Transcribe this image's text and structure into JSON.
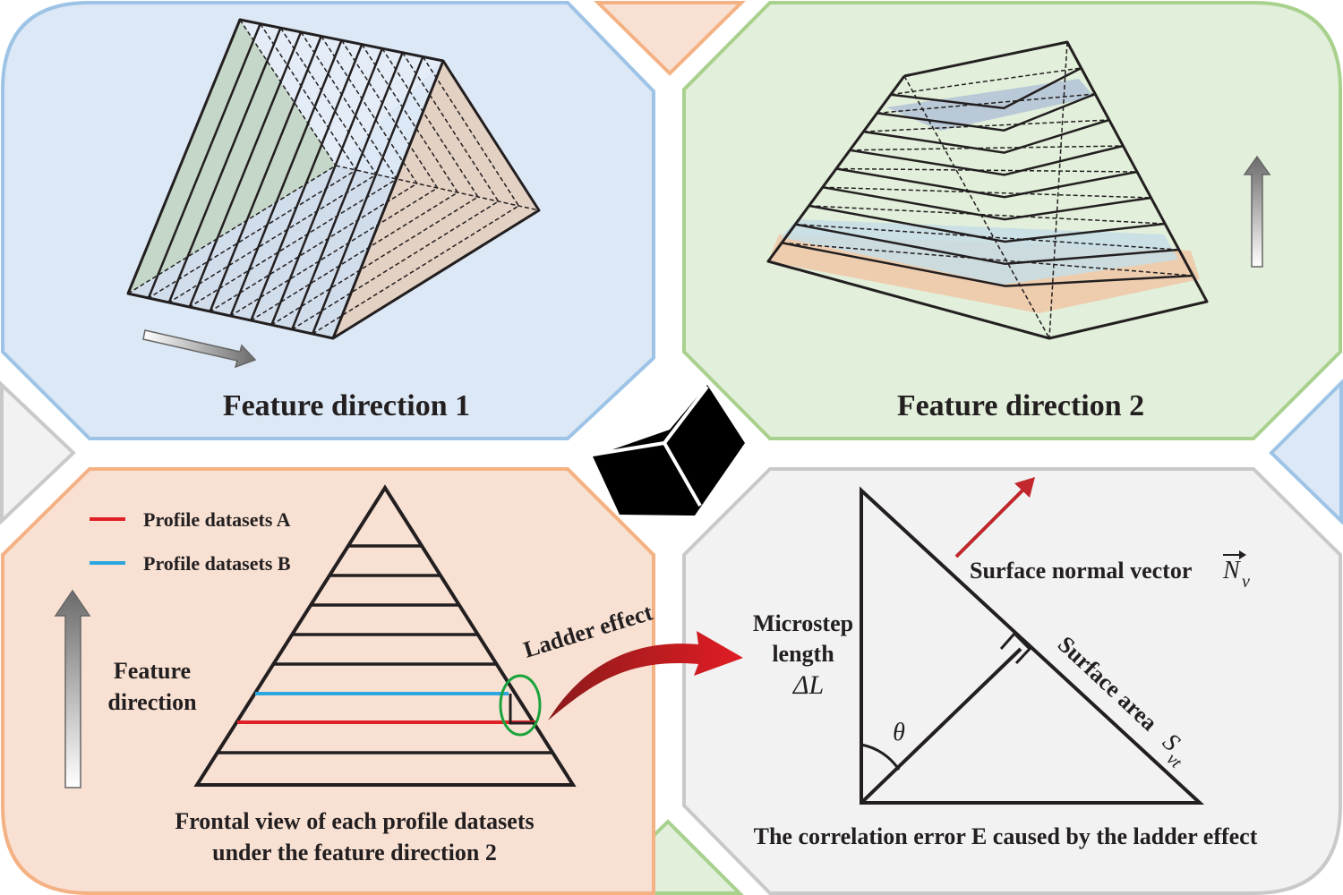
{
  "panels": {
    "top_left": {
      "title": "Feature direction 1"
    },
    "top_right": {
      "title": "Feature direction 2"
    },
    "bottom_left": {
      "legend": [
        {
          "label": "Profile datasets  A",
          "color": "#e02027"
        },
        {
          "label": "Profile datasets B",
          "color": "#2aa7df"
        }
      ],
      "feature_label_line1": "Feature",
      "feature_label_line2": "direction",
      "ladder_effect": "Ladder effect",
      "caption_line1": "Frontal view of each profile datasets",
      "caption_line2": "under the feature direction 2"
    },
    "bottom_right": {
      "normal_vector": "Surface normal vector",
      "normal_vector_symbol": "N",
      "normal_vector_sub": "v",
      "microstep_line1": "Microstep",
      "microstep_line2": "length",
      "delta_l": "ΔL",
      "theta": "θ",
      "surface_area": "Surface area",
      "surface_symbol": "S",
      "surface_sub": "vt",
      "caption": "The correlation error E caused by the ladder effect"
    }
  },
  "colors": {
    "blue_panel_fill": "#dce8f5",
    "blue_panel_stroke": "#9dc3e6",
    "green_panel_fill": "#e2efda",
    "green_panel_stroke": "#a9d18e",
    "orange_panel_fill": "#f8e1d3",
    "orange_panel_stroke": "#f4b183",
    "gray_panel_fill": "#f2f2f2",
    "gray_panel_stroke": "#c9c9c9",
    "line_a": "#e02027",
    "line_b": "#2aa7df",
    "ellipse": "#1aa33b",
    "normal_arrow": "#c1272d"
  },
  "icons": [
    "arrow-right-icon",
    "arrow-up-icon",
    "cube-icon",
    "curved-arrow-icon"
  ]
}
